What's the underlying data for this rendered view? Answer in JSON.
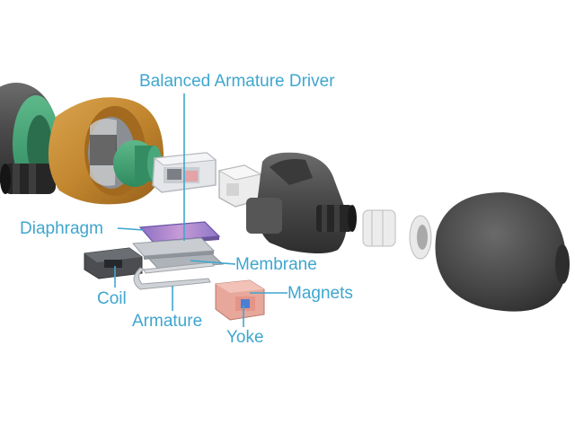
{
  "diagram": {
    "label_color": "#3fa6cf",
    "labels": {
      "driver": "Balanced Armature Driver",
      "diaphragm": "Diaphragm",
      "membrane": "Membrane",
      "coil": "Coil",
      "magnets": "Magnets",
      "armature": "Armature",
      "yoke": "Yoke"
    }
  }
}
